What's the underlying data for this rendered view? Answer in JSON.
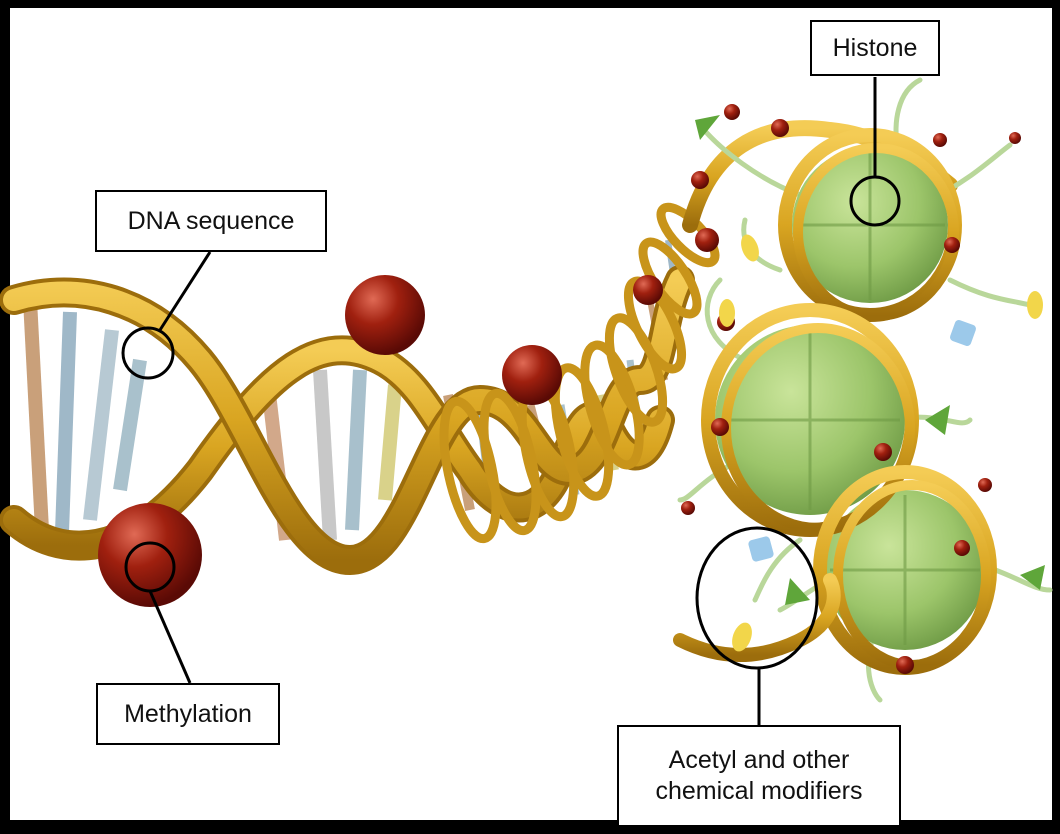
{
  "callouts": {
    "histone": "Histone",
    "dna_sequence": "DNA sequence",
    "methylation": "Methylation",
    "acetyl_line1": "Acetyl and other",
    "acetyl_line2": "chemical modifiers"
  },
  "colors": {
    "background": "#000000",
    "panel": "#ffffff",
    "dna_strand": "#d9a521",
    "dna_strand_dark": "#a87a12",
    "histone": "#a6cc72",
    "histone_dark": "#6e9a45",
    "methyl_group": "#9e1b12",
    "acetyl_tag_yellow": "#f2d64a",
    "modifier_blue": "#9cc9ea",
    "modifier_green": "#5fa63a",
    "tail": "#b9d79a"
  }
}
